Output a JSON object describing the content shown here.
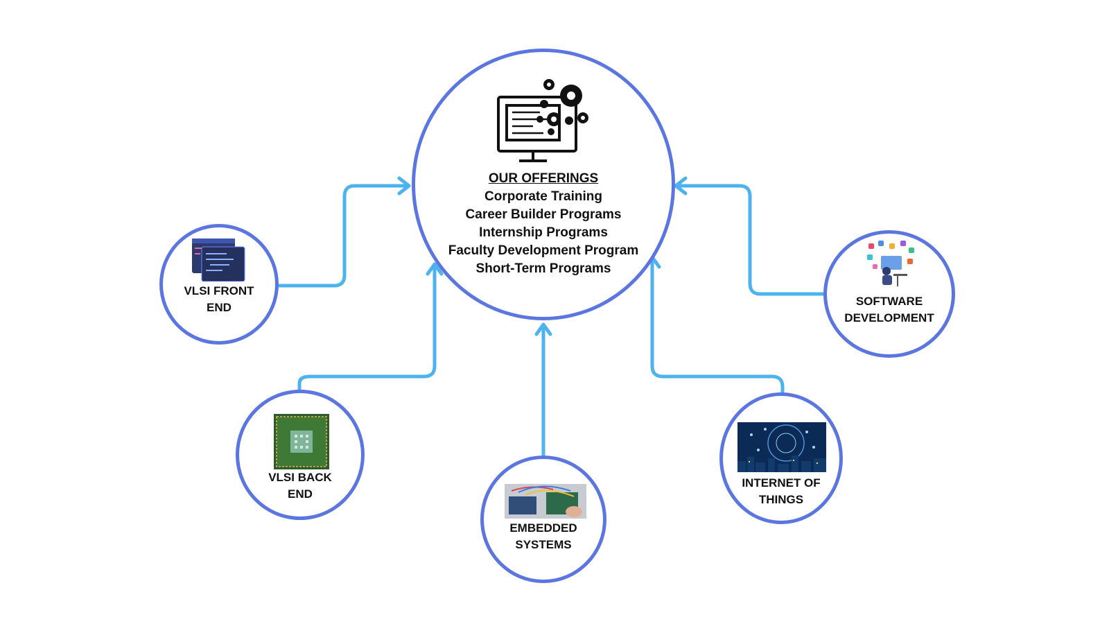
{
  "hub": {
    "title": "OUR OFFERINGS",
    "items": [
      "Corporate Training",
      "Career Builder Programs",
      "Internship Programs",
      "Faculty Development Program",
      "Short-Term Programs"
    ]
  },
  "nodes": {
    "vlsi_front_end": [
      "VLSI FRONT",
      "END"
    ],
    "vlsi_back_end": [
      "VLSI BACK",
      "END"
    ],
    "embedded_systems": [
      "EMBEDDED",
      "SYSTEMS"
    ],
    "internet_of_things": [
      "INTERNET OF",
      "THINGS"
    ],
    "software_development": [
      "SOFTWARE",
      "DEVELOPMENT"
    ]
  },
  "icons": {
    "hub": "computer-gears-icon",
    "vlsi_front_end": "code-window-icon",
    "vlsi_back_end": "microchip-icon",
    "embedded_systems": "circuit-board-icon",
    "internet_of_things": "network-city-icon",
    "software_development": "developer-apps-icon"
  },
  "colors": {
    "circle_border": "#5b76e0",
    "connector": "#4db3ee",
    "text": "#111111"
  }
}
